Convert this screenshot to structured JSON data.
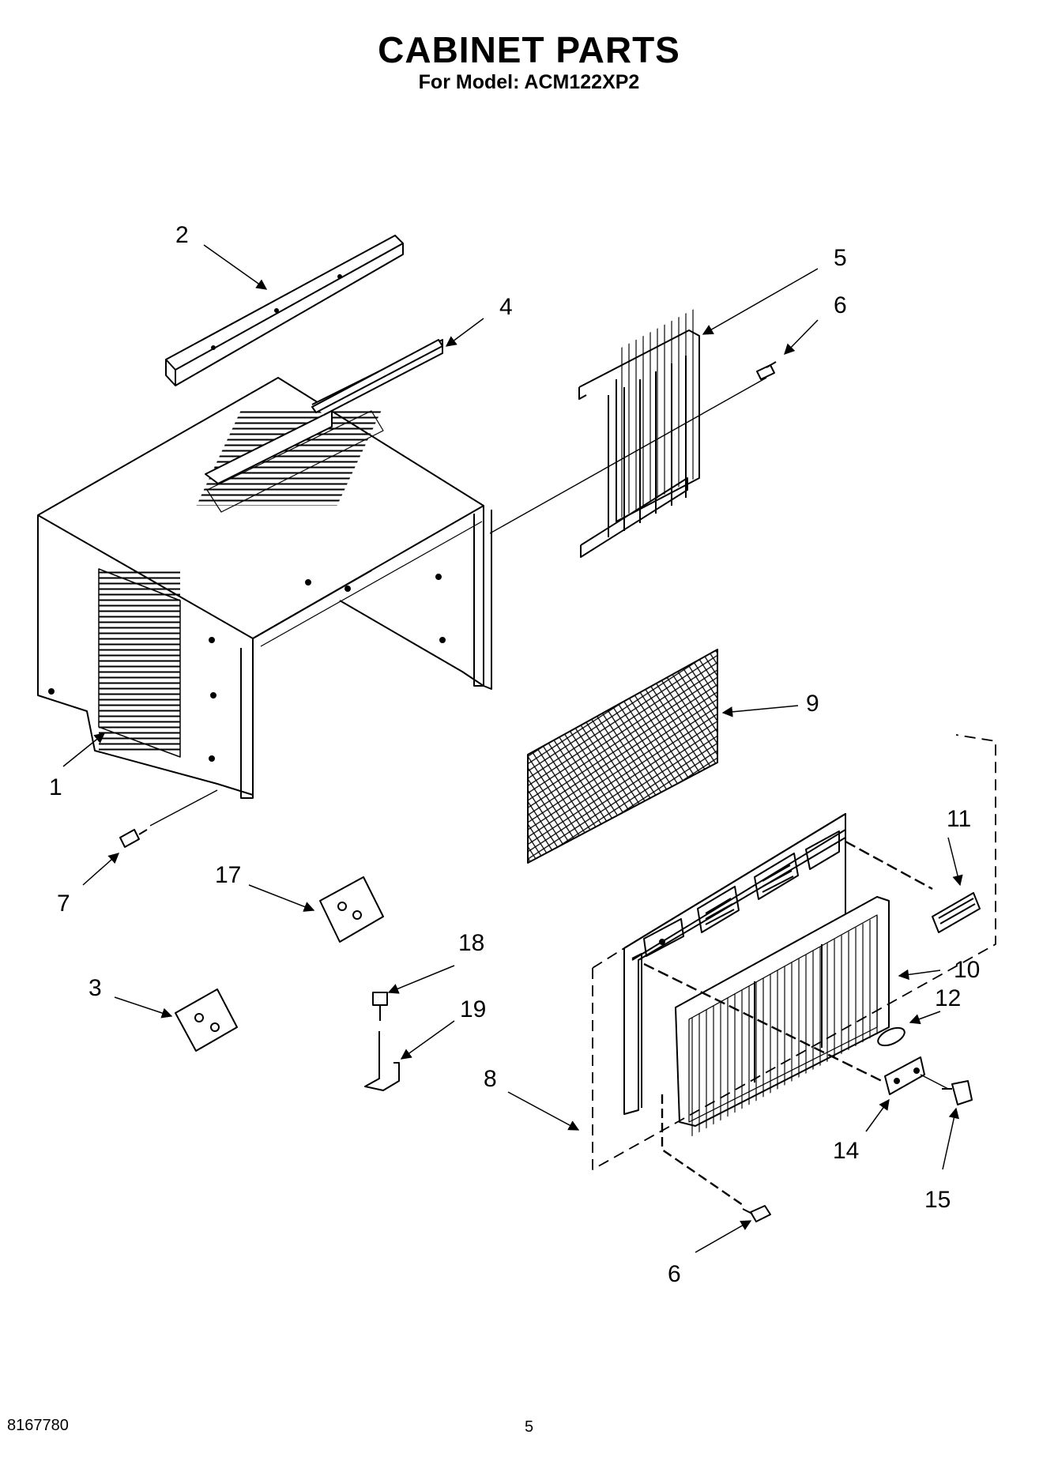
{
  "header": {
    "title": "CABINET PARTS",
    "subtitle": "For Model: ACM122XP2"
  },
  "callouts": {
    "c1": "1",
    "c2": "2",
    "c3": "3",
    "c4": "4",
    "c5": "5",
    "c6a": "6",
    "c6b": "6",
    "c7": "7",
    "c8": "8",
    "c9": "9",
    "c10": "10",
    "c11": "11",
    "c12": "12",
    "c14": "14",
    "c15": "15",
    "c17": "17",
    "c18": "18",
    "c19": "19"
  },
  "footer": {
    "doc_number": "8167780",
    "page_number": "5"
  }
}
